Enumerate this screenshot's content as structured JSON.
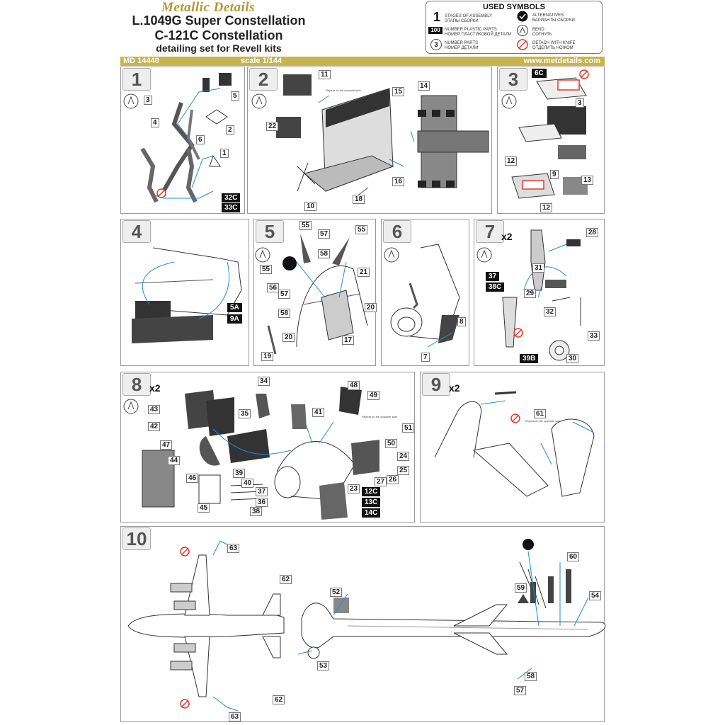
{
  "header": {
    "brand": "Metallic Details",
    "title_line1": "L.1049G Super Constellation",
    "title_line2": "C-121C Constellation",
    "title_line3": "detailing set for Revell kits"
  },
  "legend": {
    "title": "USED SYMBOLS",
    "items": [
      {
        "icon": "1",
        "en": "STAGES OF ASSEMBLY",
        "ru": "ЭТАПЫ СБОРКИ"
      },
      {
        "icon": "100",
        "en": "NUMBER PLASTIC PARTS",
        "ru": "НОМЕР ПЛАСТИКОВОЙ ДЕТАЛИ"
      },
      {
        "icon": "3",
        "en": "NUMBER PARTS",
        "ru": "НОМЕР ДЕТАЛИ"
      },
      {
        "icon": "alternatives-icon",
        "en": "ALTERNATIVES",
        "ru": "ВАРИАНТЫ СБОРКИ"
      },
      {
        "icon": "bend-icon",
        "en": "BEND",
        "ru": "СОГНУТЬ"
      },
      {
        "icon": "knife-icon",
        "en": "DETACH WITH KNIFE",
        "ru": "ОТДЕЛИТЬ НОЖОМ"
      }
    ]
  },
  "banner": {
    "code": "MD 14440",
    "scale": "scale 1/144",
    "url": "www.metdetails.com"
  },
  "colors": {
    "gold": "#c8b44a",
    "brand": "#b8962e",
    "leader": "#1a8fd6",
    "knife": "#e03a2a",
    "photoetch": "#333333"
  },
  "panels": [
    {
      "step": "1",
      "multiplier": "",
      "parts": [
        "3",
        "5",
        "4",
        "2",
        "6",
        "1"
      ],
      "plastic": [
        "32C",
        "33C"
      ],
      "note": ""
    },
    {
      "step": "2",
      "multiplier": "",
      "parts": [
        "11",
        "15",
        "14",
        "22",
        "10",
        "16",
        "18"
      ],
      "plastic": [],
      "note": "Repeat on the opposite side"
    },
    {
      "step": "3",
      "multiplier": "",
      "parts": [
        "3",
        "12",
        "9",
        "13",
        "12"
      ],
      "plastic": [
        "6C"
      ],
      "note": ""
    },
    {
      "step": "4",
      "multiplier": "",
      "parts": [],
      "plastic": [
        "5A",
        "9A"
      ],
      "note": ""
    },
    {
      "step": "5",
      "multiplier": "",
      "parts": [
        "55",
        "57",
        "58",
        "55",
        "55",
        "56",
        "21",
        "57",
        "58",
        "20",
        "20",
        "17",
        "19"
      ],
      "plastic": [],
      "note": ""
    },
    {
      "step": "6",
      "multiplier": "",
      "parts": [
        "8",
        "7"
      ],
      "plastic": [],
      "note": ""
    },
    {
      "step": "7",
      "multiplier": "x2",
      "parts": [
        "28",
        "31",
        "29",
        "32",
        "33",
        "30"
      ],
      "plastic": [
        "37",
        "38C",
        "39B"
      ],
      "note": ""
    },
    {
      "step": "8",
      "multiplier": "x2",
      "parts": [
        "34",
        "48",
        "49",
        "43",
        "35",
        "41",
        "42",
        "51",
        "50",
        "47",
        "44",
        "24",
        "25",
        "39",
        "40",
        "26",
        "27",
        "46",
        "37",
        "36",
        "23",
        "45",
        "38"
      ],
      "plastic": [
        "12C",
        "13C",
        "14C"
      ],
      "note": "Repeat on the opposite side"
    },
    {
      "step": "9",
      "multiplier": "x2",
      "parts": [
        "61"
      ],
      "plastic": [],
      "note": "Repeat on the opposite side"
    },
    {
      "step": "10",
      "multiplier": "",
      "parts": [
        "63",
        "62",
        "52",
        "60",
        "59",
        "54",
        "53",
        "58",
        "57",
        "62",
        "63"
      ],
      "plastic": [],
      "note": ""
    }
  ]
}
